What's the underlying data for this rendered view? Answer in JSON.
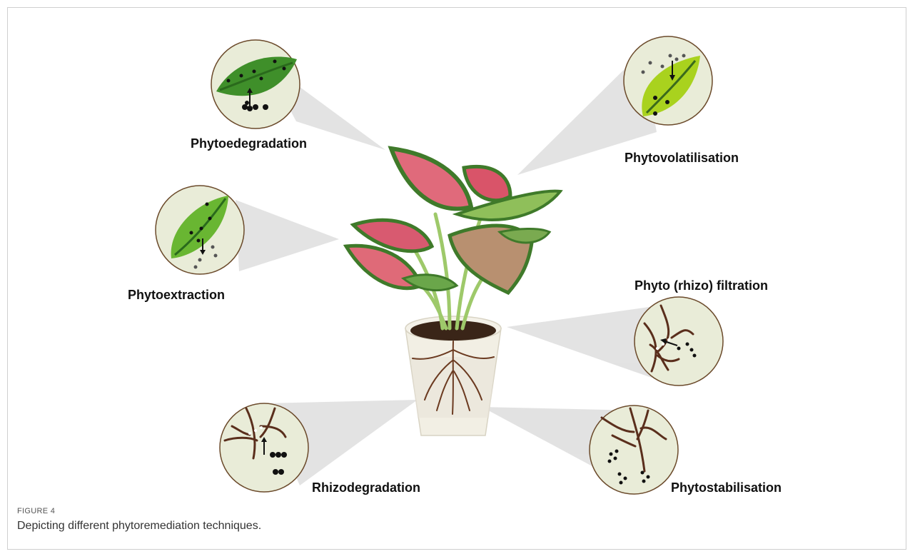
{
  "figure": {
    "caption_label": "FIGURE 4",
    "caption_text": "Depicting different phytoremediation techniques."
  },
  "techniques": {
    "phytodegradation": "Phytoedegradation",
    "phytovolatilisation": "Phytovolatilisation",
    "phytoextraction": "Phytoextraction",
    "rhizofiltration": "Phyto (rhizo) filtration",
    "rhizodegradation": "Rhizodegradation",
    "phytostabilisation": "Phytostabilisation"
  },
  "colors": {
    "circle_fill": "#e9ecd8",
    "circle_stroke": "#6b4a2b",
    "beam": "#d9d9d9",
    "leaf_dark": "#3f8f2a",
    "leaf_mid": "#69b632",
    "leaf_light": "#a9d21e",
    "root": "#5a2e1c",
    "pink_leaf": "#e06a7b",
    "pot": "#f2efe4"
  }
}
